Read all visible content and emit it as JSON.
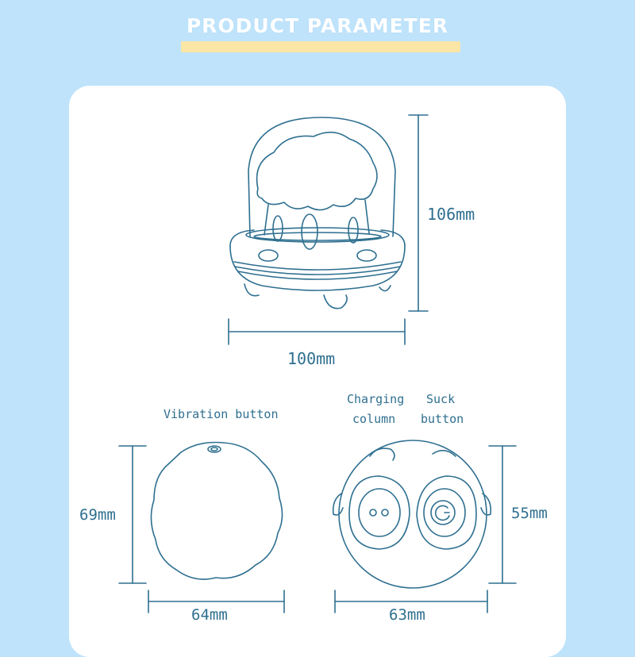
{
  "header": {
    "title": "PRODUCT PARAMETER"
  },
  "top_view": {
    "height_label": "106mm",
    "width_label": "100mm"
  },
  "bottom_left_view": {
    "callout": "Vibration button",
    "height_label": "69mm",
    "width_label": "64mm"
  },
  "bottom_right_view": {
    "callout_left_line1": "Charging",
    "callout_left_line2": "column",
    "callout_right_line1": "Suck",
    "callout_right_line2": "button",
    "height_label": "55mm",
    "width_label": "63mm"
  },
  "colors": {
    "background": "#bfe3fb",
    "card": "#ffffff",
    "line": "#2e6f90",
    "title_bar": "#fbe6a6"
  }
}
